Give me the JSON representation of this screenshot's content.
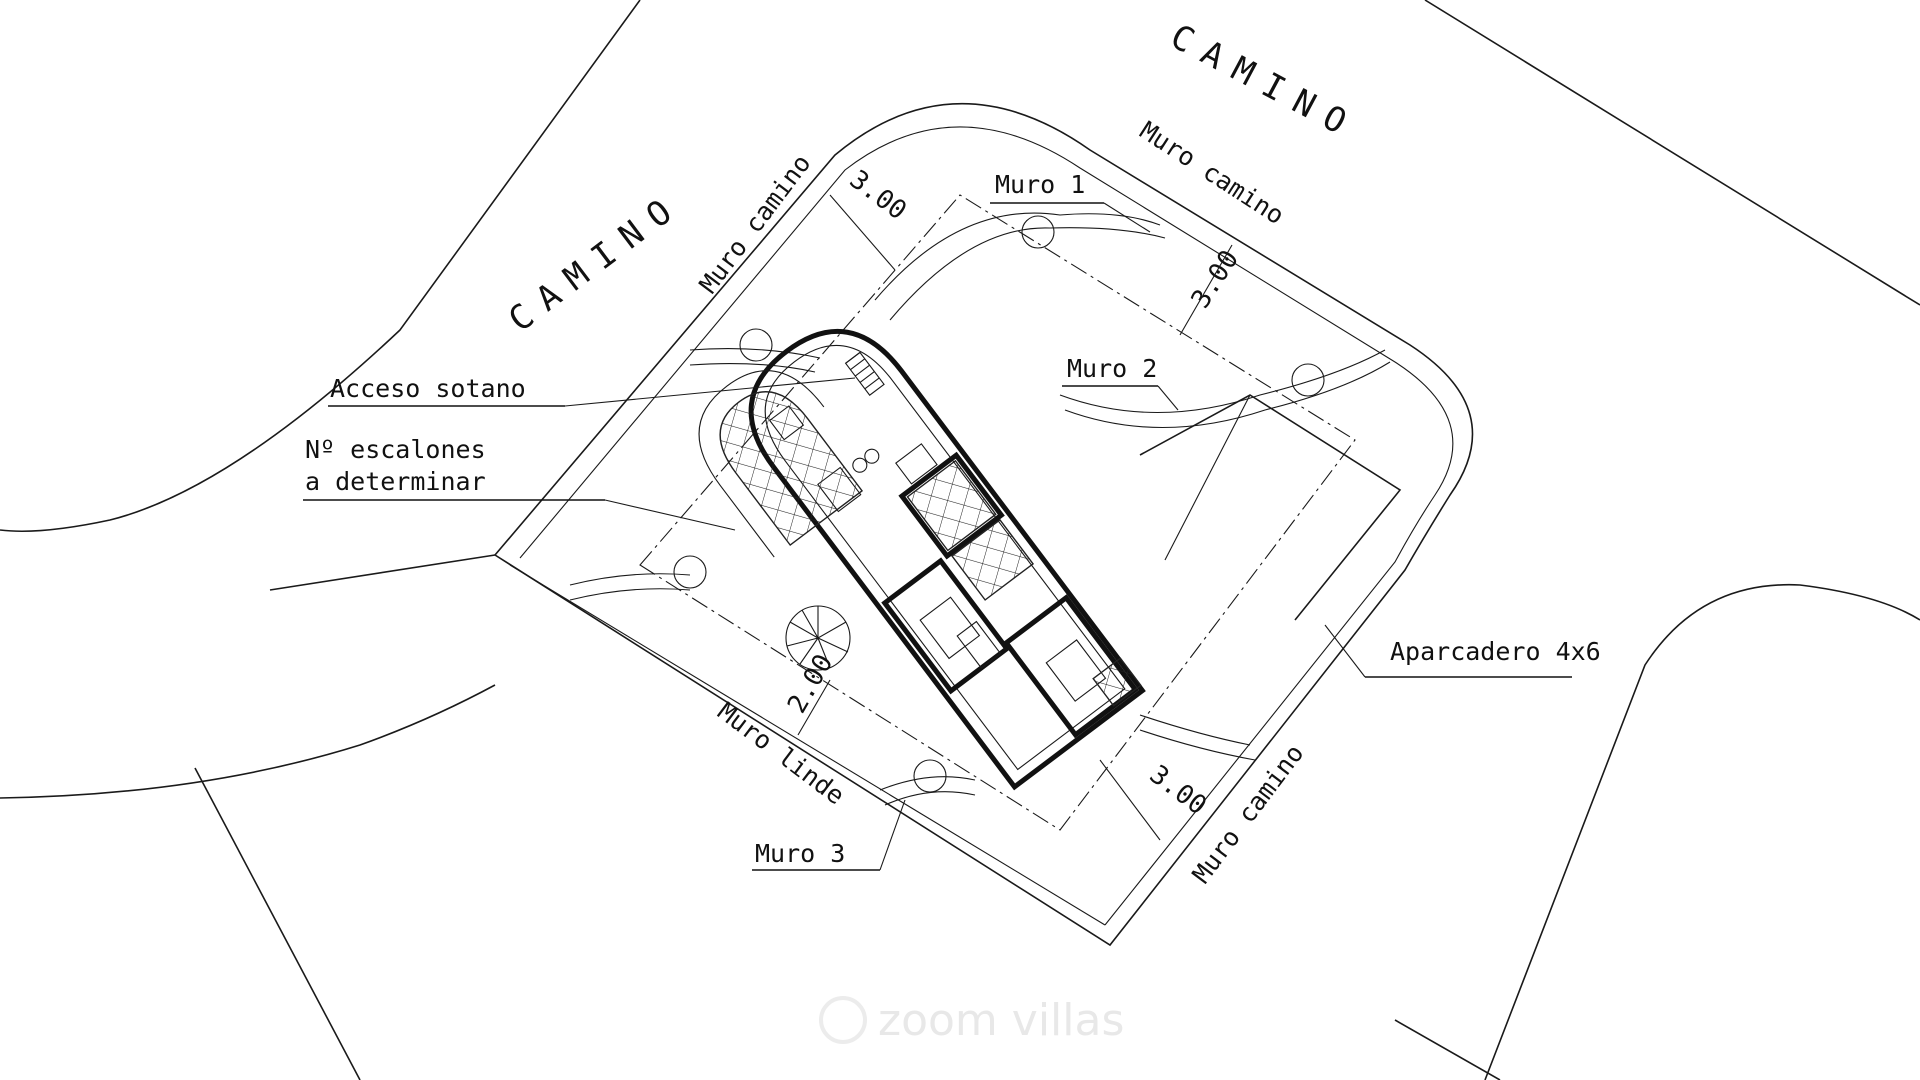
{
  "roads": {
    "left": "CAMINO",
    "right": "CAMINO"
  },
  "walls": {
    "muro_camino_nw": "Muro camino",
    "muro_camino_ne": "Muro camino",
    "muro_camino_se": "Muro camino",
    "muro_linde": "Muro linde",
    "muro_1": "Muro 1",
    "muro_2": "Muro 2",
    "muro_3": "Muro 3"
  },
  "dimensions": {
    "d_nw": "3.00",
    "d_ne": "3.00",
    "d_se": "3.00",
    "d_sw": "2.00"
  },
  "callouts": {
    "acceso_sotano": "Acceso sotano",
    "escalones_line1": "Nº escalones",
    "escalones_line2": "a determinar",
    "aparcadero": "Aparcadero 4x6"
  },
  "watermark": "zoom villas"
}
